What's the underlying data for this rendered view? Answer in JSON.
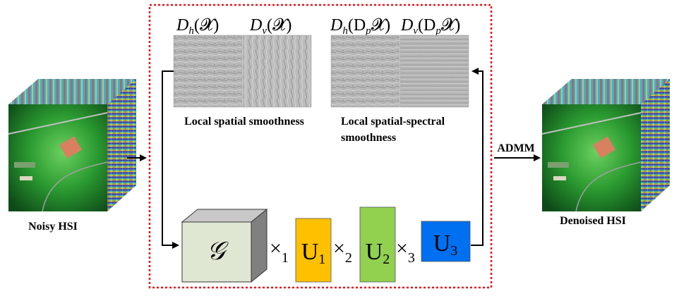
{
  "left_cube": {
    "label": "Noisy HSI"
  },
  "right_cube": {
    "label": "Denoised HSI"
  },
  "admm_label": "ADMM",
  "spatial": {
    "dh_D": "D",
    "dh_sub": "h",
    "dh_arg": "(𝓧)",
    "dv_D": "D",
    "dv_sub": "v",
    "dv_arg": "(𝓧)",
    "caption": "Local spatial smoothness"
  },
  "spectral": {
    "dh_D": "D",
    "dh_sub": "h",
    "dh_mid": "(D",
    "dh_sub2": "p",
    "dh_end": "𝓧)",
    "dv_D": "D",
    "dv_sub": "v",
    "dv_mid": "(D",
    "dv_sub2": "p",
    "dv_end": "𝓧)",
    "caption_line1": "Local spatial-spectral",
    "caption_line2": "smoothness"
  },
  "tucker": {
    "core": "𝒢",
    "times1": "×",
    "sub1": "1",
    "u1": "U",
    "u1_sub": "1",
    "times2": "×",
    "sub2": "2",
    "u2": "U",
    "u2_sub": "2",
    "times3": "×",
    "sub3": "3",
    "u3": "U",
    "u3_sub": "3"
  },
  "colors": {
    "frame": "#e8141c",
    "core_face": "#dfe7d3",
    "core_side": "#808080",
    "u1": "#ffc000",
    "u2": "#92d050",
    "u3": "#0070f0",
    "gradient_gray": "#b4b4b4"
  }
}
